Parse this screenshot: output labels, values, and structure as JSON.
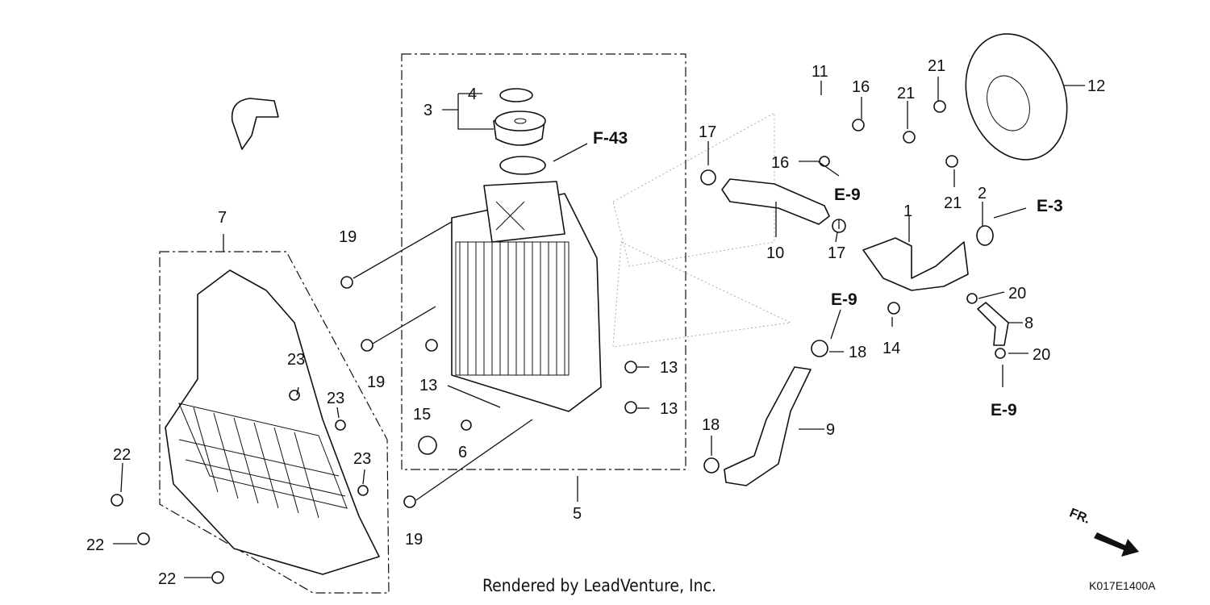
{
  "diagram": {
    "callouts": [
      "1",
      "2",
      "3",
      "4",
      "5",
      "6",
      "7",
      "8",
      "9",
      "10",
      "11",
      "12",
      "13",
      "13",
      "13",
      "14",
      "15",
      "16",
      "16",
      "17",
      "17",
      "18",
      "18",
      "19",
      "19",
      "19",
      "20",
      "20",
      "21",
      "21",
      "21",
      "22",
      "22",
      "22",
      "23",
      "23",
      "23"
    ],
    "references": [
      "F-43",
      "E-9",
      "E-9",
      "E-3",
      "E-9"
    ],
    "direction_label": "FR.",
    "footer": "Rendered by LeadVenture, Inc.",
    "diagram_code": "K017E1400A"
  }
}
